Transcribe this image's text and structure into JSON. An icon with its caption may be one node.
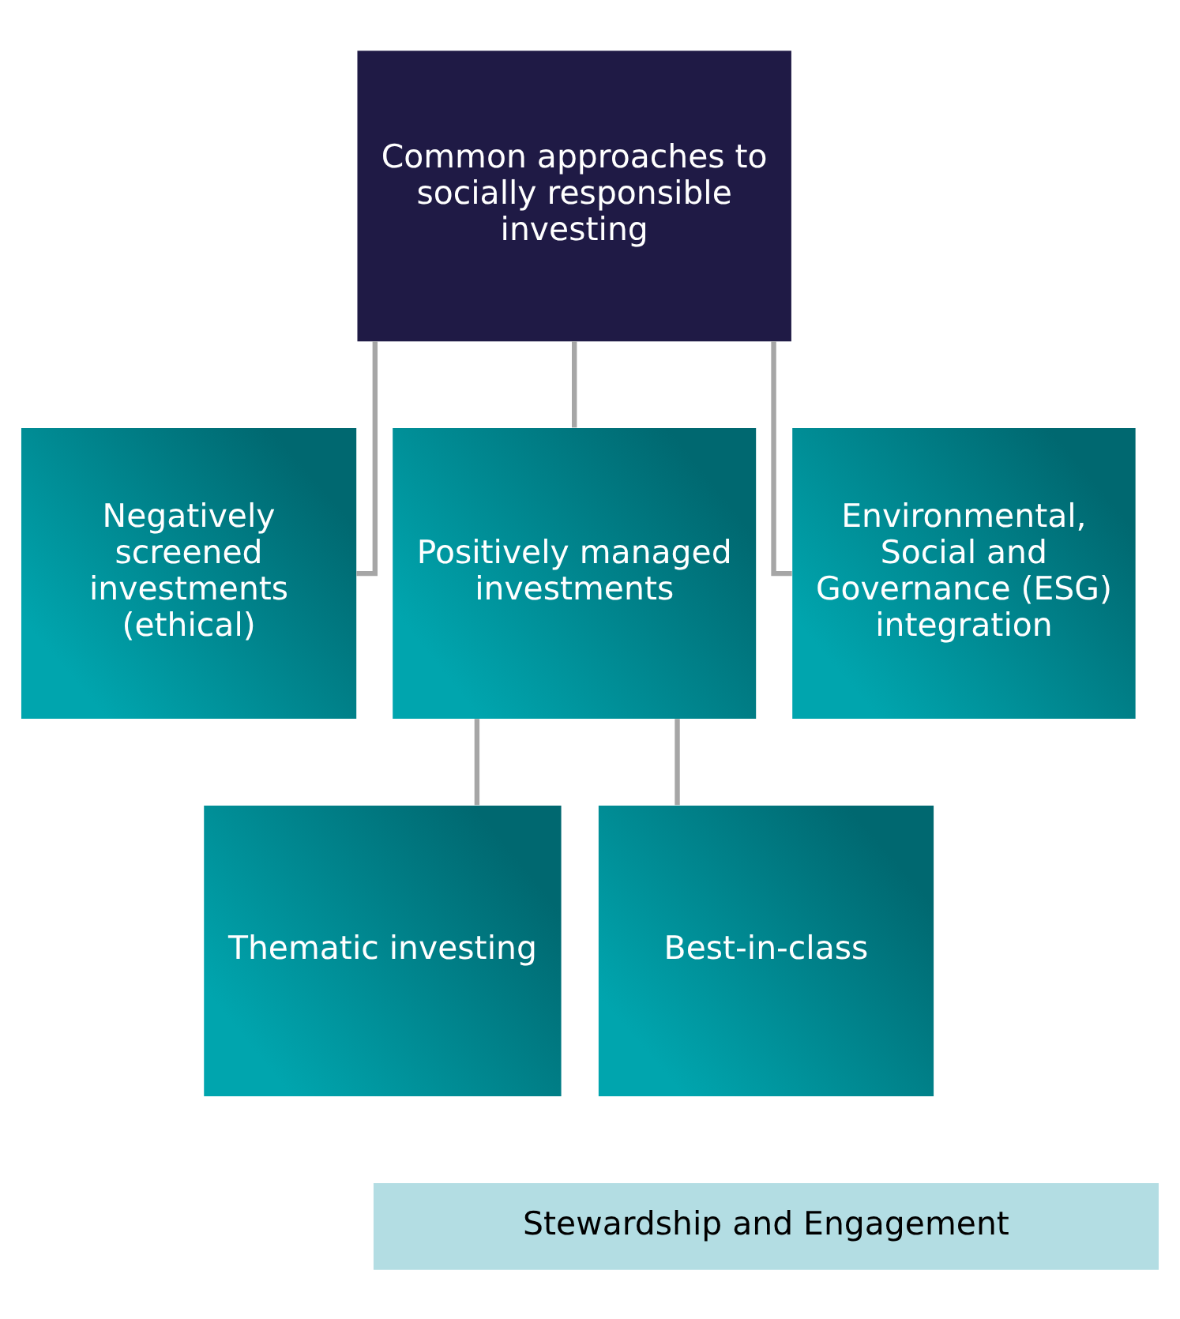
{
  "diagram": {
    "nodes": [
      {
        "text": [
          "Common approaches to socially responsible investing"
        ]
      },
      {
        "text": [
          "Negatively screened investments (ethical)"
        ]
      },
      {
        "text": [
          "Positively managed investments"
        ]
      },
      {
        "text": [
          "Environmental, Social and Governance (ESG) integration"
        ]
      },
      {
        "text": [
          "Thematic investing"
        ]
      },
      {
        "text": [
          "Best-in-class"
        ]
      },
      {
        "text": [
          "Stewardship and Engagement"
        ]
      }
    ],
    "edges": [
      {
        "from": 0,
        "to": 1,
        "arrow": "none"
      },
      {
        "from": 0,
        "to": 2,
        "arrow": "none"
      },
      {
        "from": 0,
        "to": 3,
        "arrow": "none"
      },
      {
        "from": 2,
        "to": 4,
        "arrow": "none"
      },
      {
        "from": 2,
        "to": 5,
        "arrow": "none"
      }
    ]
  }
}
